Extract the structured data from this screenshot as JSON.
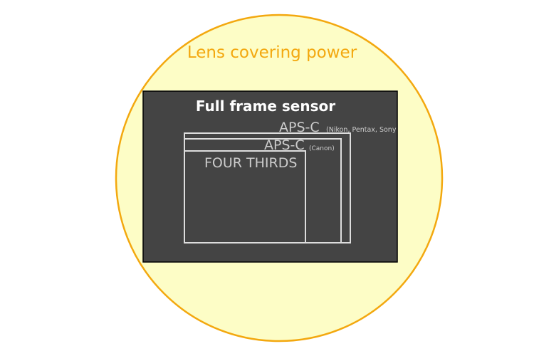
{
  "diagram": {
    "title": "Lens covering power",
    "full_frame_label": "Full frame sensor",
    "sensors": [
      {
        "name": "APS-C",
        "detail": "(Nikon, Pentax, Sony"
      },
      {
        "name": "APS-C",
        "detail": "(Canon)"
      },
      {
        "name": "FOUR THIRDS",
        "detail": ""
      }
    ]
  },
  "colors": {
    "image_circle_fill": "#fdfdc6",
    "image_circle_stroke": "#f3a80f",
    "title": "#f3a80f",
    "sensor_fill": "#444444",
    "sensor_outline": "#dddddd",
    "label_light": "#cccccc",
    "label_white": "#ffffff"
  }
}
